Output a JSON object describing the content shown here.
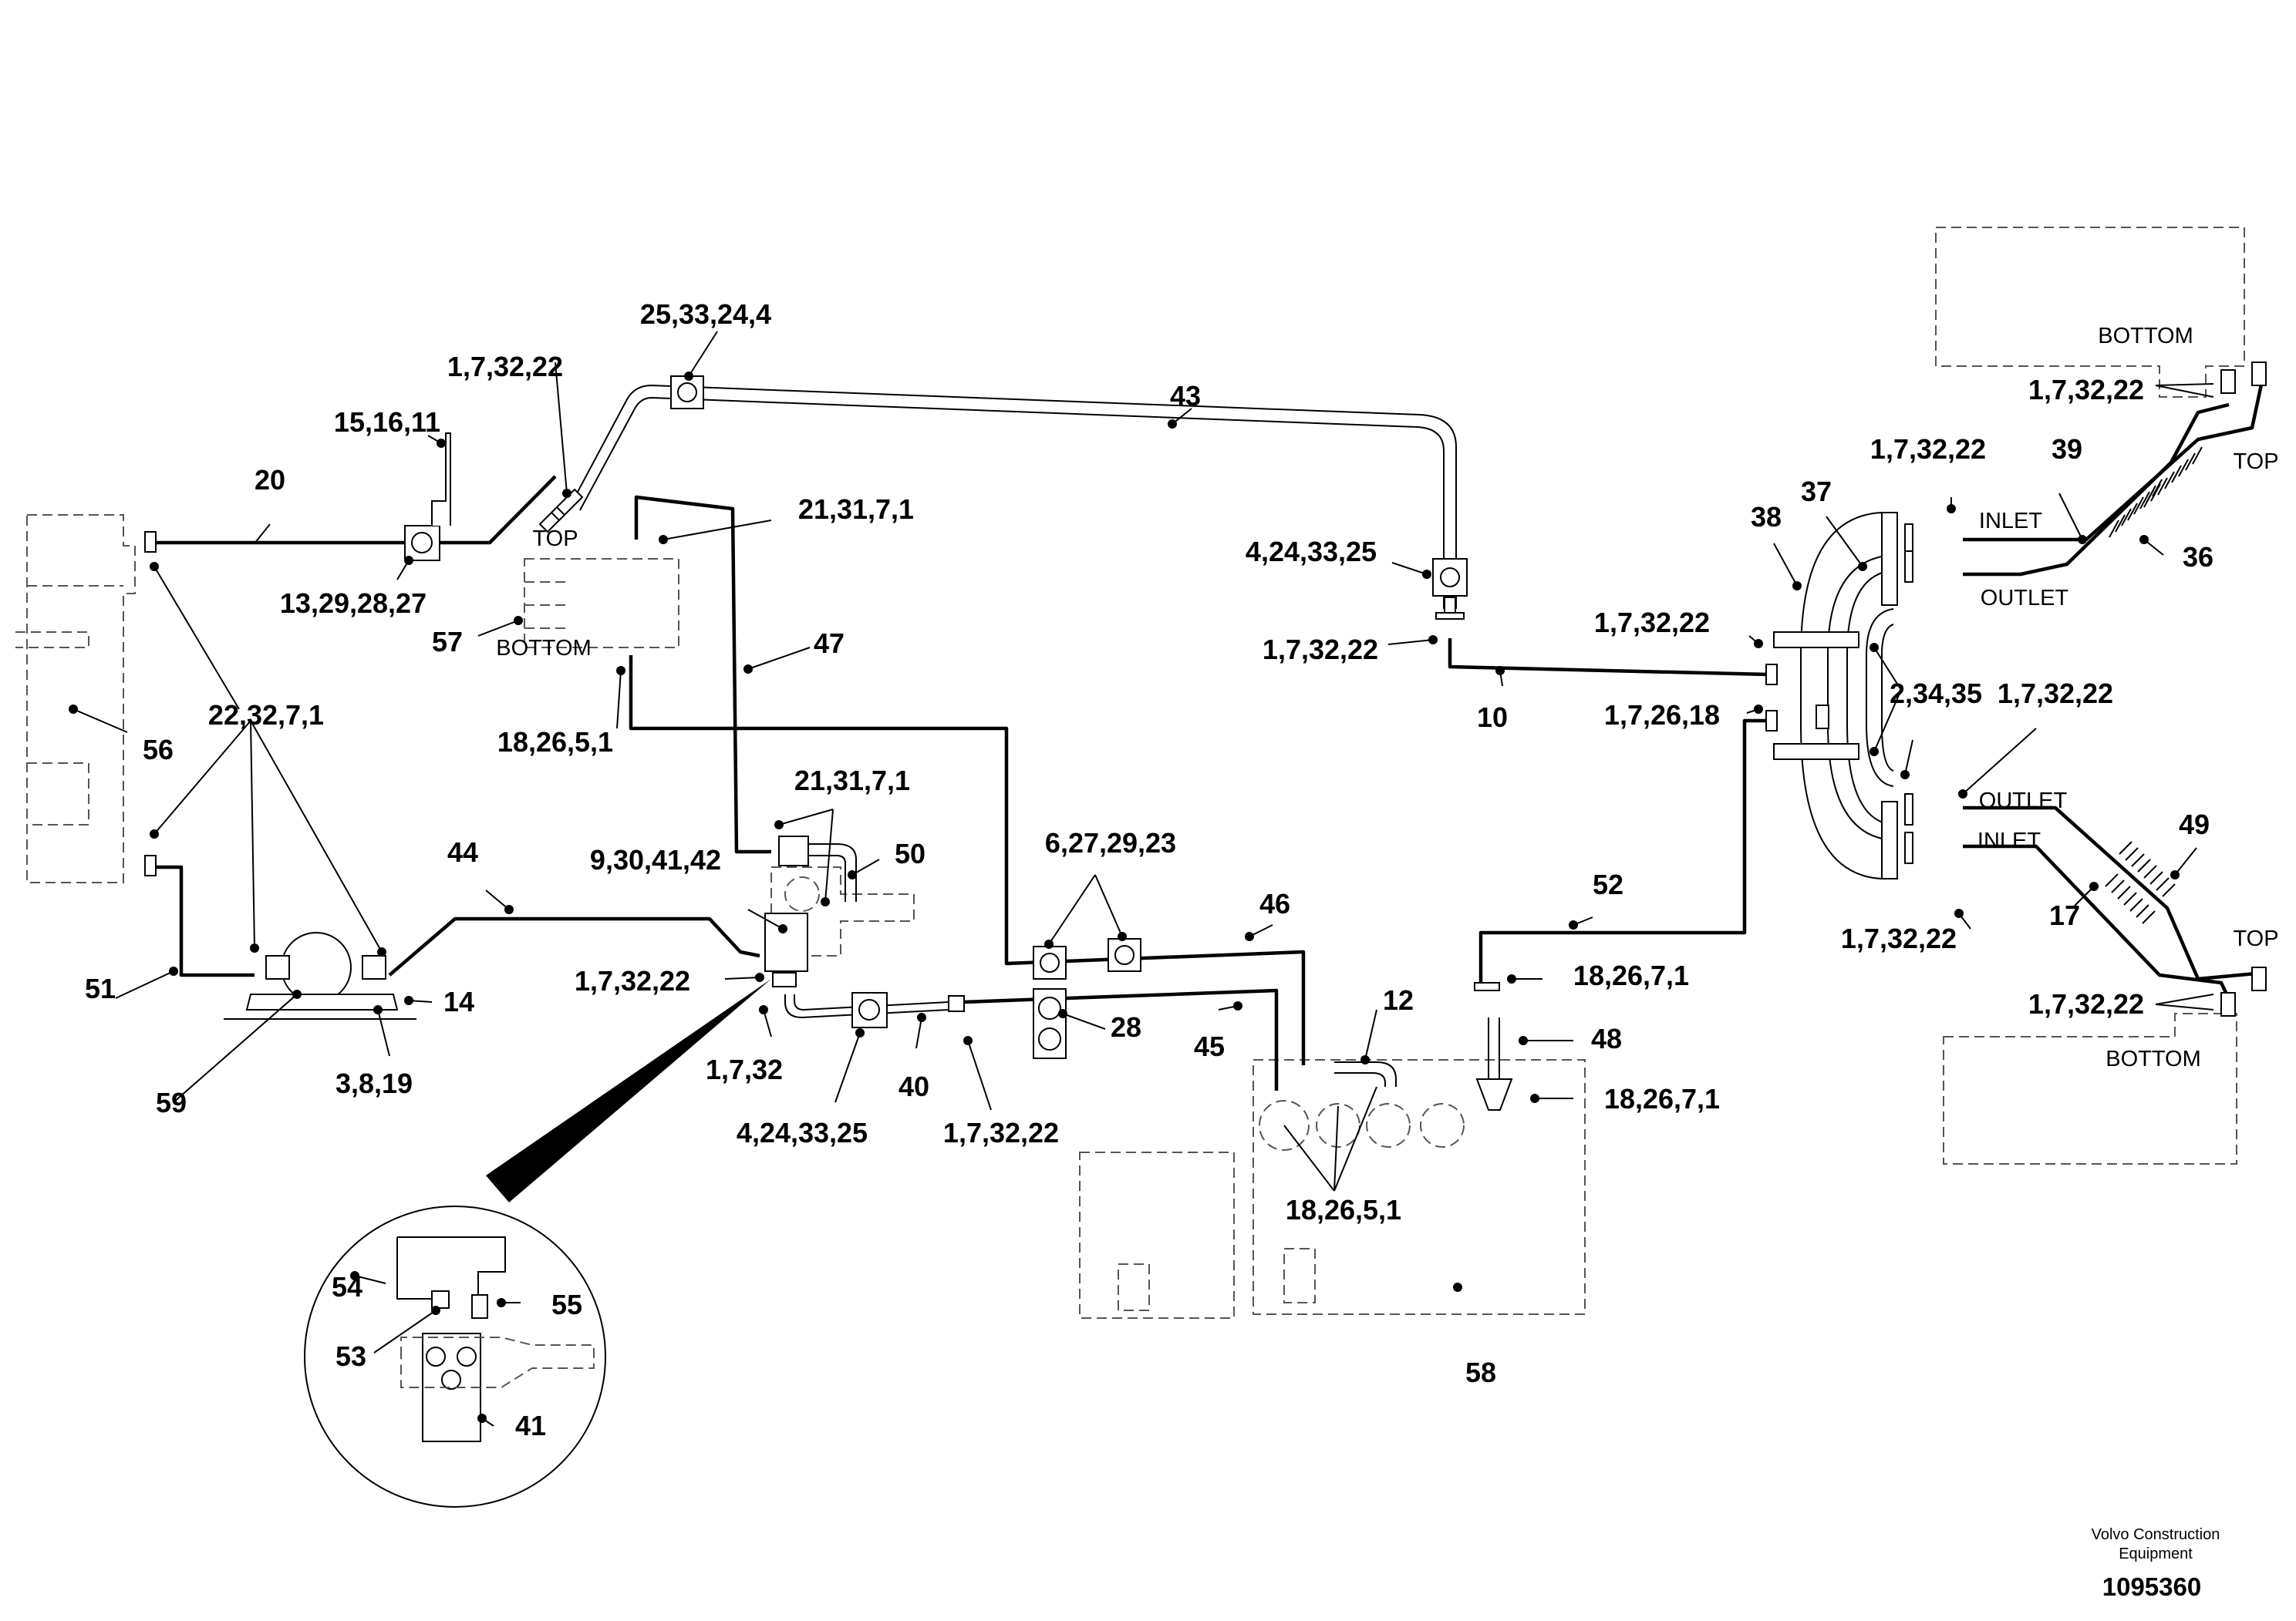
{
  "callouts": {
    "c_25_33_24_4": "25,33,24,4",
    "c_43": "43",
    "c_1_7_32_22_a": "1,7,32,22",
    "c_15_16_11": "15,16,11",
    "c_20": "20",
    "c_21_31_7_1_a": "21,31,7,1",
    "c_13_29_28_27": "13,29,28,27",
    "c_57": "57",
    "c_18_26_5_1_a": "18,26,5,1",
    "c_47": "47",
    "c_4_24_33_25_a": "4,24,33,25",
    "c_1_7_32_22_b": "1,7,32,22",
    "c_10": "10",
    "c_22_32_7_1": "22,32,7,1",
    "c_56": "56",
    "c_21_31_7_1_b": "21,31,7,1",
    "c_50": "50",
    "c_9_30_41_42": "9,30,41,42",
    "c_44": "44",
    "c_6_27_29_23": "6,27,29,23",
    "c_46": "46",
    "c_1_7_32_22_c": "1,7,32,22",
    "c_51": "51",
    "c_14": "14",
    "c_59": "59",
    "c_3_8_19": "3,8,19",
    "c_1_7_32": "1,7,32",
    "c_28": "28",
    "c_45": "45",
    "c_40": "40",
    "c_4_24_33_25_b": "4,24,33,25",
    "c_1_7_32_22_d": "1,7,32,22",
    "c_12": "12",
    "c_52": "52",
    "c_18_26_7_1_a": "18,26,7,1",
    "c_48": "48",
    "c_18_26_7_1_b": "18,26,7,1",
    "c_18_26_5_1_b": "18,26,5,1",
    "c_58": "58",
    "c_54": "54",
    "c_55": "55",
    "c_53": "53",
    "c_41": "41",
    "c_1_7_32_22_e": "1,7,32,22",
    "c_1_7_26_18": "1,7,26,18",
    "c_38": "38",
    "c_37": "37",
    "c_1_7_32_22_f": "1,7,32,22",
    "c_39": "39",
    "c_1_7_32_22_g": "1,7,32,22",
    "c_36": "36",
    "c_2_34_35": "2,34,35",
    "c_1_7_32_22_h": "1,7,32,22",
    "c_49": "49",
    "c_17": "17",
    "c_1_7_32_22_i": "1,7,32,22",
    "c_1_7_32_22_j": "1,7,32,22"
  },
  "words": {
    "top_left": "TOP",
    "bottom_left": "BOTTOM",
    "bottom_upper_right": "BOTTOM",
    "top_upper_right": "TOP",
    "inlet_upper": "INLET",
    "outlet_upper": "OUTLET",
    "outlet_lower": "OUTLET",
    "inlet_lower": "INLET",
    "top_lower_right": "TOP",
    "bottom_lower_right": "BOTTOM"
  },
  "footer": {
    "brand_line1": "Volvo Construction",
    "brand_line2": "Equipment",
    "doc_number": "1095360"
  }
}
